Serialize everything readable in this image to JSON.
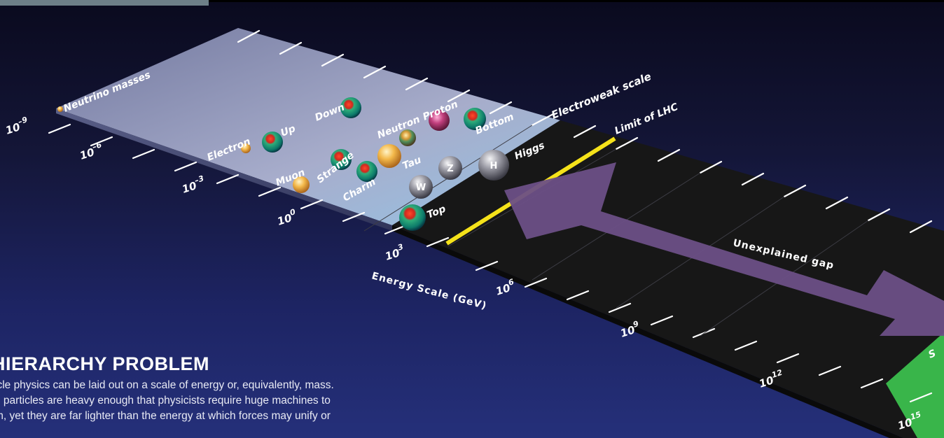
{
  "colors": {
    "band": "#aab0d4",
    "band_light": "#8fc6ee",
    "dark_band": "#1a1a1a",
    "lhc_line": "#f5e21a",
    "arrow": "#6c4f86",
    "green_zone": "#39b54a"
  },
  "axis": {
    "title": "Energy Scale (GeV)",
    "ticks": [
      {
        "base": "10",
        "exp": "–9"
      },
      {
        "base": "10",
        "exp": "–6"
      },
      {
        "base": "10",
        "exp": "–3"
      },
      {
        "base": "10",
        "exp": "0"
      },
      {
        "base": "10",
        "exp": "3"
      },
      {
        "base": "10",
        "exp": "6"
      },
      {
        "base": "10",
        "exp": "9"
      },
      {
        "base": "10",
        "exp": "12"
      },
      {
        "base": "10",
        "exp": "15"
      }
    ]
  },
  "particles": [
    {
      "label": "Neutrino masses",
      "kind": "tiny"
    },
    {
      "label": "Electron",
      "kind": "small-gold"
    },
    {
      "label": "Up",
      "kind": "quark"
    },
    {
      "label": "Down",
      "kind": "quark"
    },
    {
      "label": "Muon",
      "kind": "gold"
    },
    {
      "label": "Strange",
      "kind": "quark"
    },
    {
      "label": "Charm",
      "kind": "quark"
    },
    {
      "label": "Tau",
      "kind": "gold-large"
    },
    {
      "label": "Neutron",
      "kind": "nucleon-gold"
    },
    {
      "label": "Proton",
      "kind": "nucleon-pink"
    },
    {
      "label": "Bottom",
      "kind": "quark"
    },
    {
      "label": "Top",
      "kind": "quark-large"
    },
    {
      "label": "W",
      "kind": "boson"
    },
    {
      "label": "Z",
      "kind": "boson"
    },
    {
      "label": "H",
      "kind": "boson-large"
    },
    {
      "label": "Higgs",
      "kind": "text"
    }
  ],
  "markers": {
    "electroweak": "Electroweak scale",
    "lhc": "Limit of LHC",
    "gap": "Unexplained gap",
    "green_partial": "S"
  },
  "caption": {
    "title": "HIERARCHY PROBLEM",
    "lines": [
      "icle physics can be laid out on a scale of energy or, equivalently, mass.",
      "n particles are heavy enough that physicists require huge machines to",
      "m, yet they are far lighter than the energy at which forces may unify or"
    ]
  }
}
